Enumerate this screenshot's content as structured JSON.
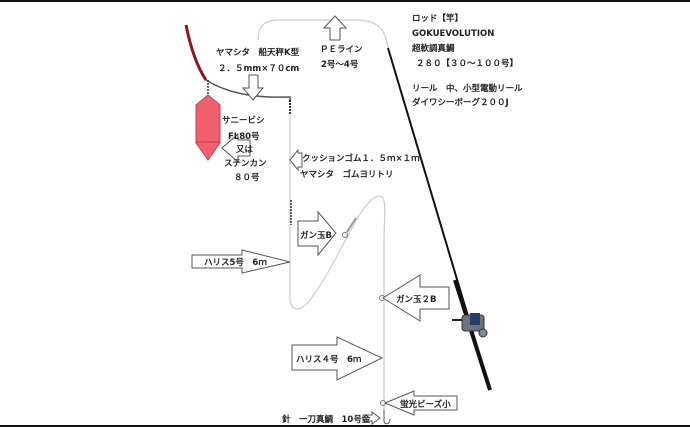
{
  "rod": {
    "title": "ロッド【竿】",
    "model": "GOKUEVOLUTION",
    "series": "超軟調真鯛",
    "spec": "２８０【３０～１００号】"
  },
  "reel": {
    "line1": "リール　中、小型電動リール",
    "line2": "ダイワシーボーグ２００J"
  },
  "tenbin": {
    "line1": "ヤマシタ　船天秤K型",
    "line2": "２．５mm×７０cm"
  },
  "pe_line": {
    "line1": "ＰＥライン",
    "line2": "2号～4号"
  },
  "sinker": {
    "line1": "サニービシ",
    "line2": "FL80号",
    "line3": "又は",
    "line4": "ステンカン",
    "line5": "８０号"
  },
  "cushion": {
    "line1": "クッションゴム１．５ｍ×１ｍ",
    "line2": "ヤマシタ　ゴムヨリトリ"
  },
  "split_shot_b": "ガン玉B",
  "harris5": "ハリス5号　6ｍ",
  "split_shot_2b": "ガン玉２B",
  "harris4": "ハリス４号　6ｍ",
  "bead": "蛍光ビーズ小",
  "hook": "針　一刀真鯛　10号金",
  "colors": {
    "sinker": "#f0606e",
    "tenbin": "#8b1a1a",
    "rod": "#111111"
  }
}
